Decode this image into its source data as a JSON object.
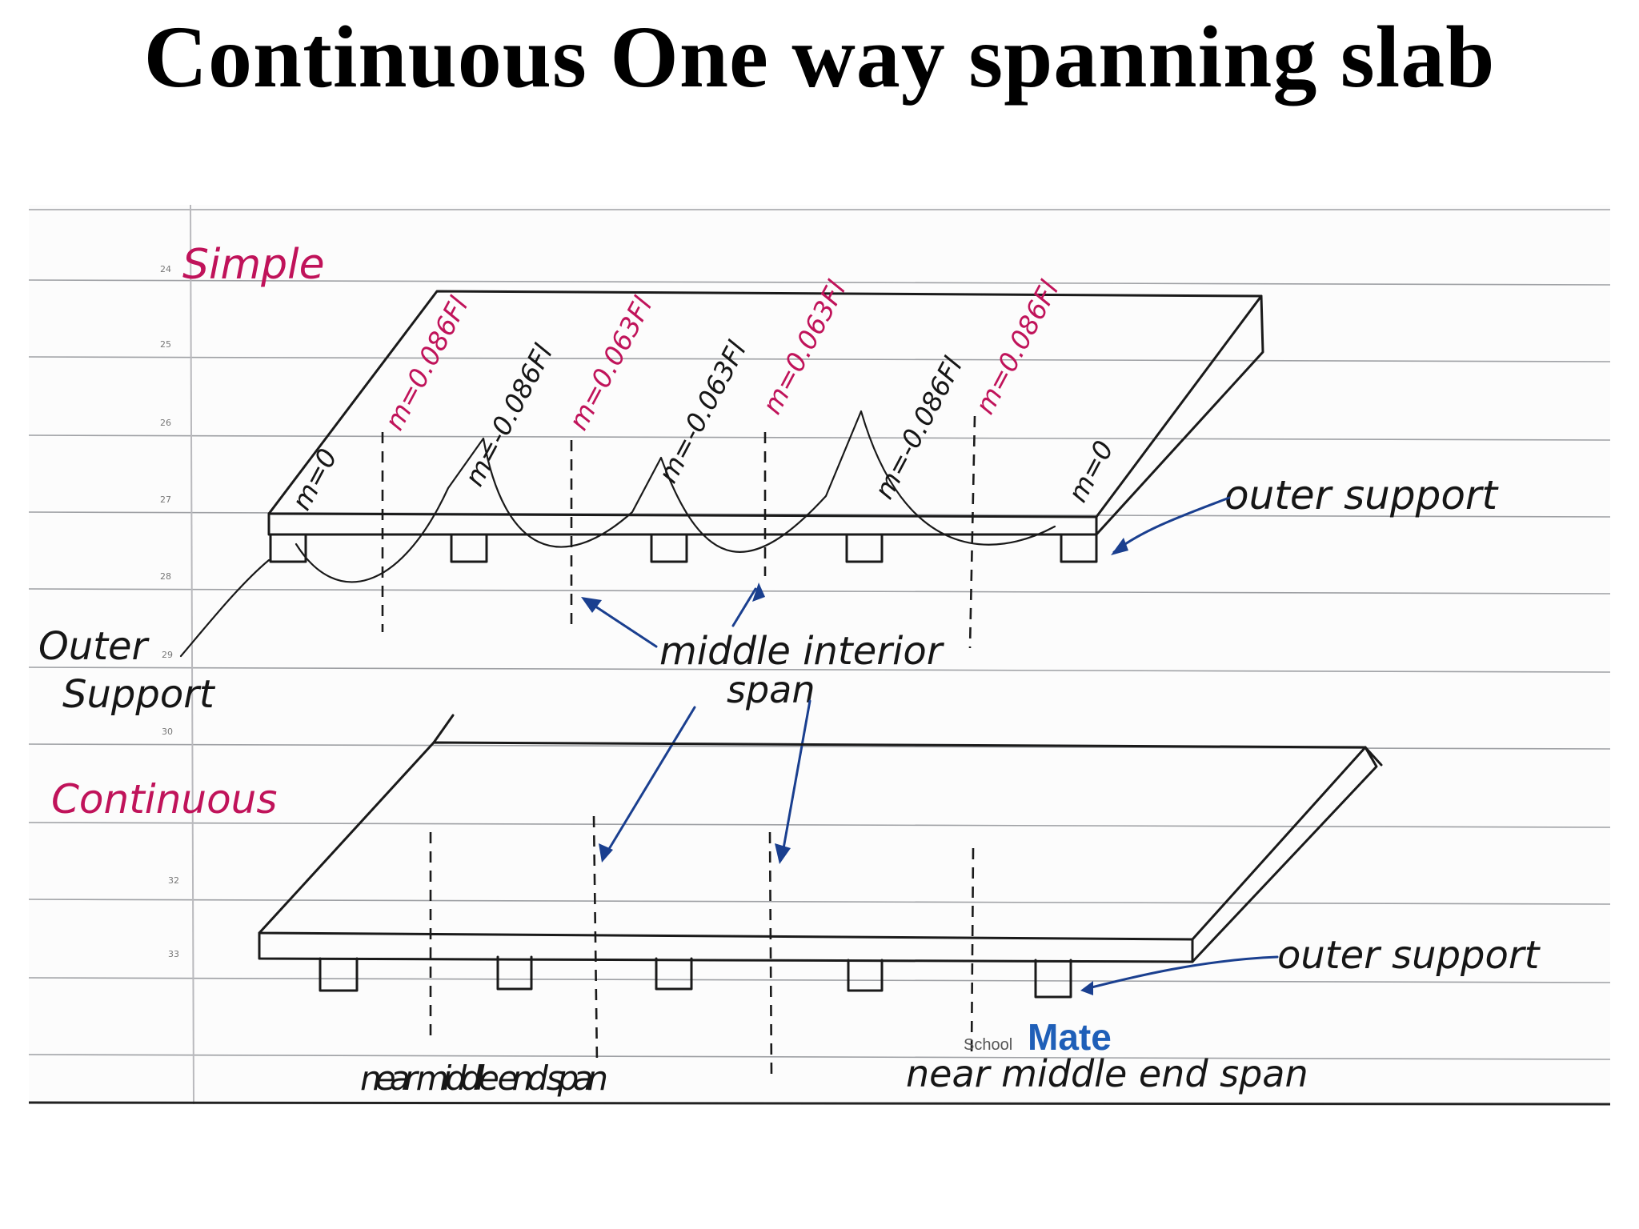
{
  "title": "Continuous One way spanning slab",
  "top_diagram": {
    "section_label": "Simple",
    "moments": [
      "m=0",
      "m=0.086Fl",
      "m=-0.086Fl",
      "m=0.063Fl",
      "m=-0.063Fl",
      "m=0.063Fl",
      "m=-0.086Fl",
      "m=0.086Fl",
      "m=0"
    ],
    "outer_support_right": "outer support",
    "outer_support_left_line1": "Outer",
    "outer_support_left_line2": "Support",
    "middle_interior_span_line1": "middle interior",
    "middle_interior_span_line2": "span",
    "line_numbers": [
      "24",
      "25",
      "26",
      "27",
      "28",
      "29",
      "30"
    ]
  },
  "bottom_diagram": {
    "section_label": "Continuous",
    "outer_support_right": "outer support",
    "near_middle_end_span_left": "near middle end span",
    "near_middle_end_span_right": "near middle end span",
    "line_numbers": [
      "32",
      "33"
    ]
  },
  "watermark": {
    "prefix": "School",
    "brand": "Mate"
  },
  "colors": {
    "moment_text": "#c0135a",
    "arrows": "#1a3f8f",
    "ruled_lines": "#9ea0a4"
  }
}
